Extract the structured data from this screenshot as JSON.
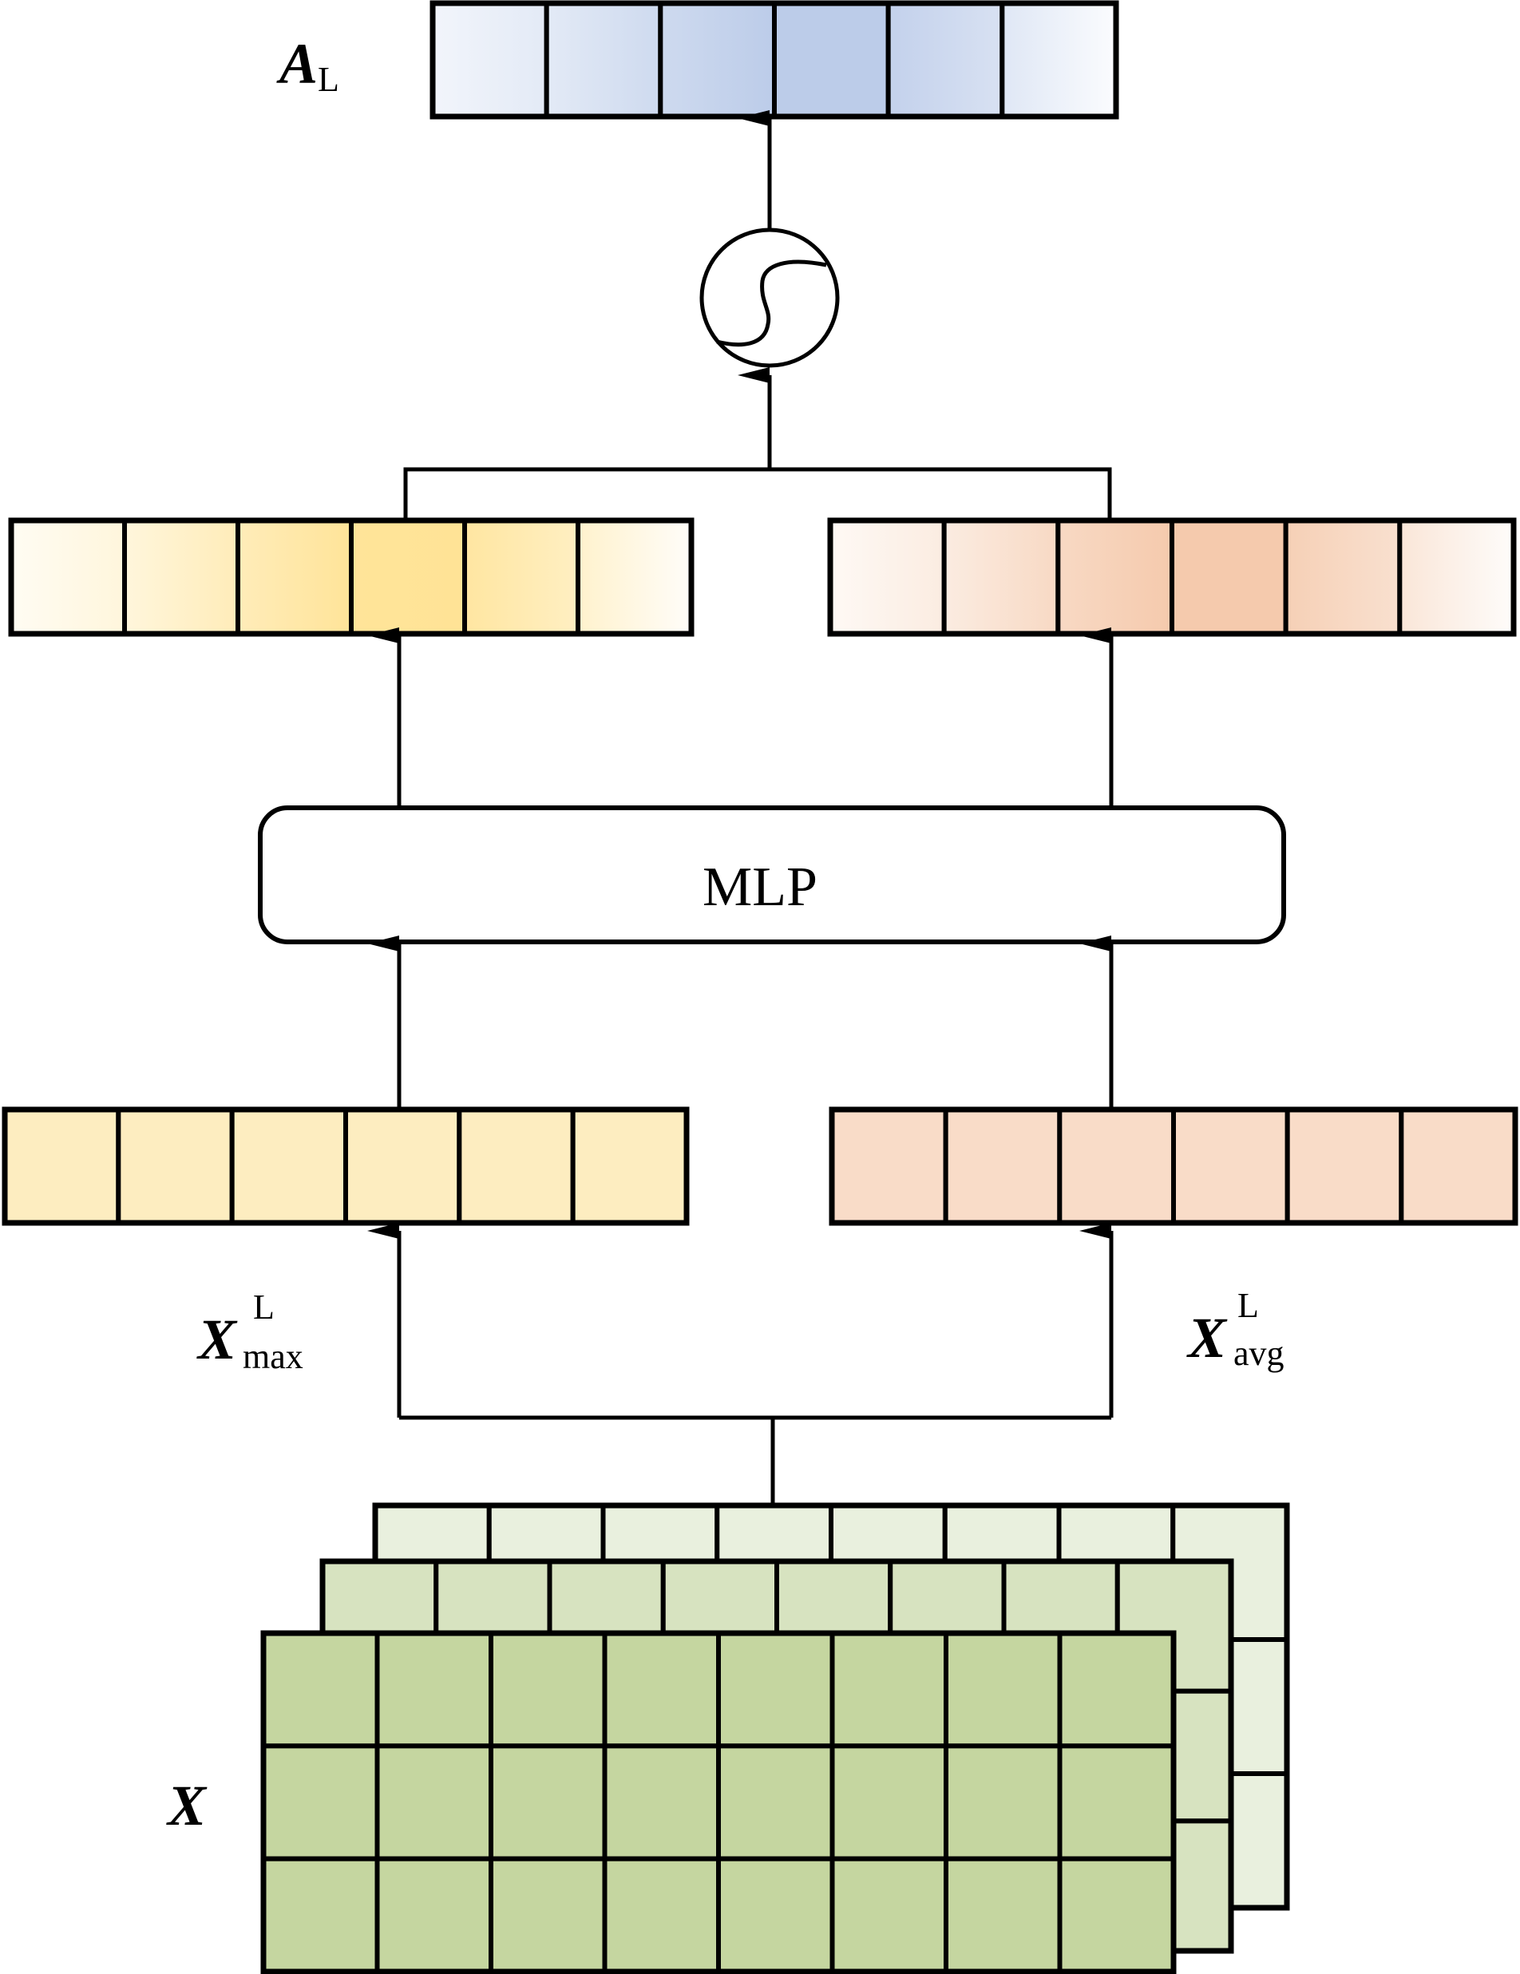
{
  "title": "Channel attention module",
  "labels": {
    "output": {
      "main": "A",
      "sub": "L"
    },
    "max_pool": {
      "main": "X",
      "sup": "L",
      "sub": "max"
    },
    "avg_pool": {
      "main": "X",
      "sup": "L",
      "sub": "avg"
    },
    "input": {
      "main": "X"
    },
    "mlp": "MLP"
  },
  "blocks": {
    "attention_output": {
      "cell_count": 6,
      "color": "#b4c6e7",
      "intensity": [
        0.25,
        0.5,
        0.8,
        1.0,
        0.6,
        0.25
      ]
    },
    "mlp_max_output": {
      "cell_count": 6,
      "color": "#ffe08a",
      "intensity": [
        0.15,
        0.45,
        0.75,
        1.0,
        0.6,
        0.25
      ]
    },
    "mlp_avg_output": {
      "cell_count": 6,
      "color": "#f4c4a4",
      "intensity": [
        0.15,
        0.5,
        0.8,
        1.0,
        0.6,
        0.25
      ]
    },
    "max_pool_vector": {
      "cell_count": 6,
      "color": "#fdedc0"
    },
    "avg_pool_vector": {
      "cell_count": 6,
      "color": "#f9dcc8"
    },
    "input_tensor": {
      "layers": 3,
      "rows": 3,
      "cols": 8,
      "colors": [
        "#e9f0de",
        "#d7e3c0",
        "#c5d6a0"
      ]
    }
  },
  "operations": {
    "sigmoid": "sigmoid-icon",
    "merge": "element-wise-sum"
  }
}
